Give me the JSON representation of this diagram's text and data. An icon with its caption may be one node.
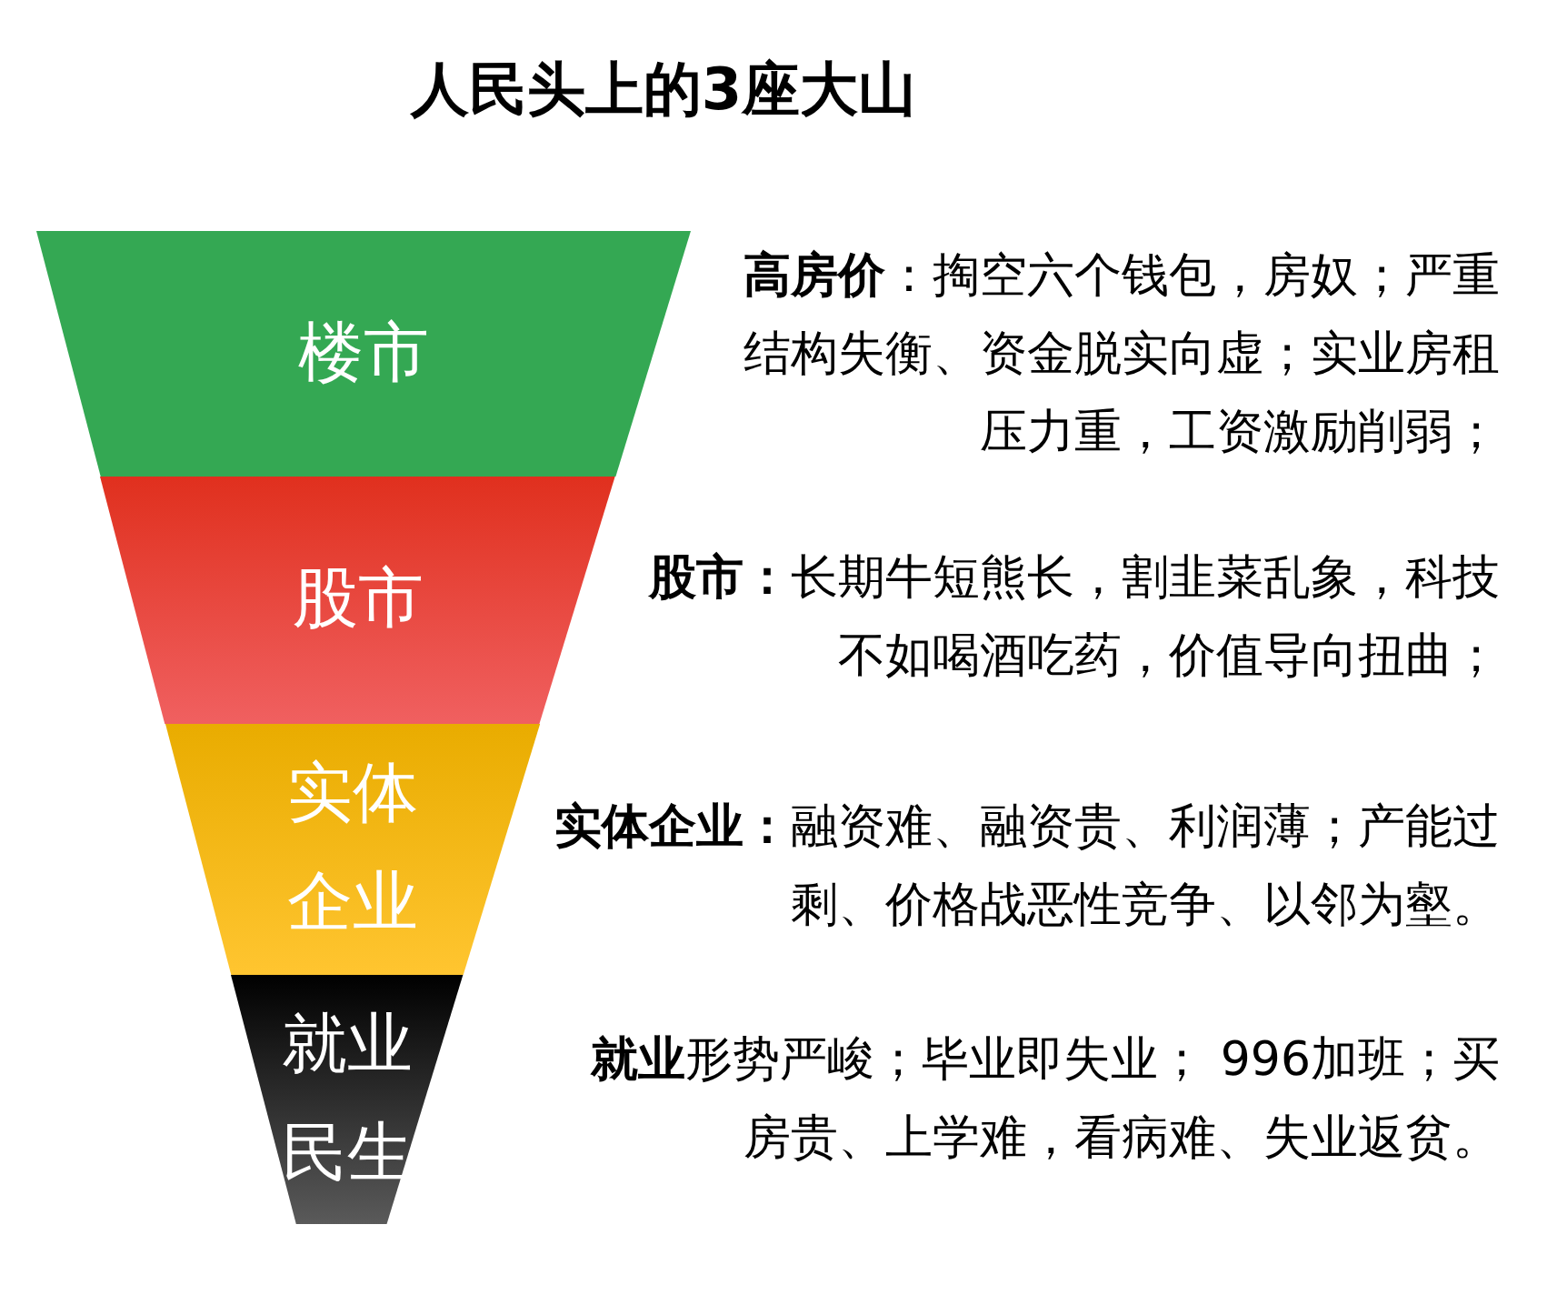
{
  "diagram": {
    "title": "人民头上的3座大山",
    "nodes": [
      {
        "text": [
          "楼市"
        ],
        "beside": [
          "**高房价**：掏空六个钱包，房奴；严重结构失衡、资金脱实向虚；实业房租压力重，工资激励削弱；"
        ]
      },
      {
        "text": [
          "股市"
        ],
        "beside": [
          "**股市：**长期牛短熊长，割韭菜乱象，科技不如喝酒吃药，价值导向扭曲；"
        ]
      },
      {
        "text": [
          "实体企业"
        ],
        "beside": [
          "**实体企业：**融资难、融资贵、利润薄；产能过剩、价格战恶性竞争、以邻为壑。"
        ]
      },
      {
        "text": [
          "就业民生"
        ],
        "beside": [
          "**就业**形势严峻；毕业即失业； 996加班；买房贵、上学难，看病难、失业返贫。"
        ]
      }
    ]
  }
}
